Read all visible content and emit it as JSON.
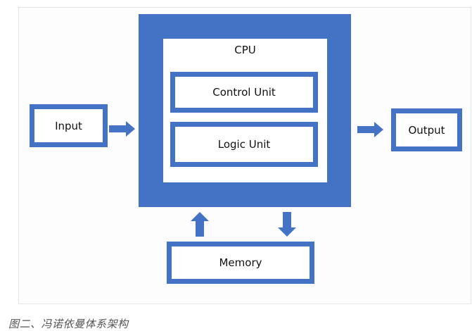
{
  "diagram": {
    "cpu": {
      "label": "CPU"
    },
    "control_unit": {
      "label": "Control Unit"
    },
    "logic_unit": {
      "label": "Logic Unit"
    },
    "input": {
      "label": "Input"
    },
    "output": {
      "label": "Output"
    },
    "memory": {
      "label": "Memory"
    },
    "arrows": [
      {
        "from": "Input",
        "to": "CPU",
        "direction": "right"
      },
      {
        "from": "CPU",
        "to": "Output",
        "direction": "right"
      },
      {
        "from": "Memory",
        "to": "CPU",
        "direction": "up"
      },
      {
        "from": "CPU",
        "to": "Memory",
        "direction": "down"
      }
    ],
    "accent_color": "#4472c4"
  },
  "caption": "图二、冯诺依曼体系架构"
}
